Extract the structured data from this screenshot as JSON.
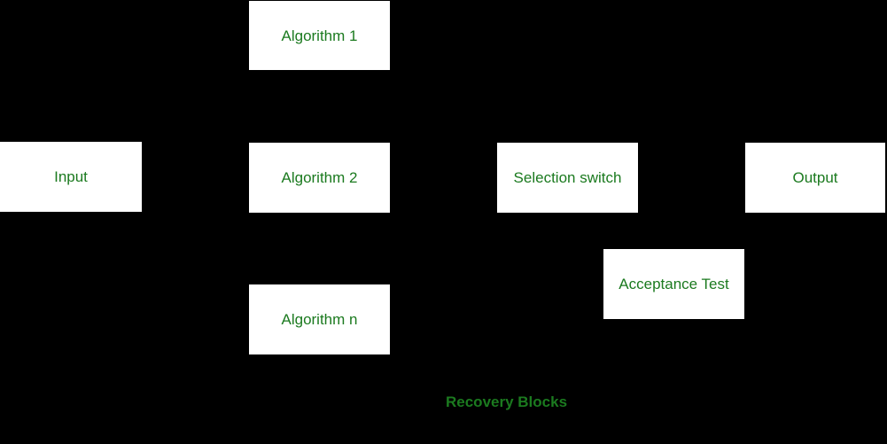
{
  "diagram": {
    "caption": "Recovery Blocks",
    "nodes": {
      "algorithm_1": {
        "label": "Algorithm 1"
      },
      "input": {
        "label": "Input"
      },
      "algorithm_2": {
        "label": "Algorithm 2"
      },
      "selection_switch": {
        "label": "Selection switch"
      },
      "output": {
        "label": "Output"
      },
      "acceptance_test": {
        "label": "Acceptance Test"
      },
      "algorithm_n": {
        "label": "Algorithm n"
      }
    },
    "colors": {
      "background": "#000000",
      "node_fill": "#ffffff",
      "text_green": "#1b7a1f"
    }
  }
}
